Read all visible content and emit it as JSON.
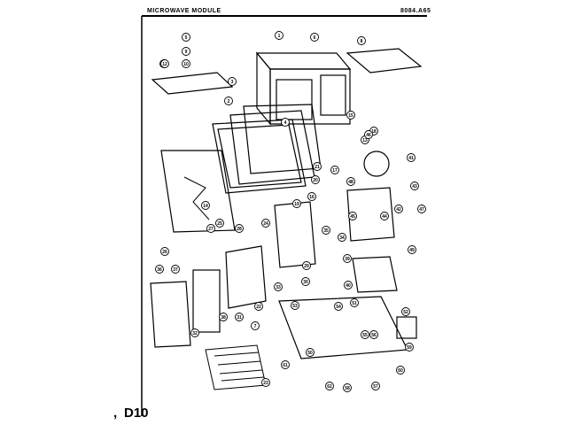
{
  "header": {
    "title": "MICROWAVE MODULE",
    "model": "8084.A65"
  },
  "page_id": "D10",
  "page_id_prefix": ",",
  "callouts": [
    "1",
    "2",
    "3",
    "4",
    "5",
    "6",
    "7",
    "8",
    "9",
    "10",
    "11",
    "12",
    "13",
    "14",
    "15",
    "16",
    "17",
    "18",
    "19",
    "20",
    "21",
    "22",
    "23",
    "24",
    "25",
    "26",
    "27",
    "28",
    "29",
    "30",
    "31",
    "32",
    "33",
    "34",
    "35",
    "36",
    "37",
    "38",
    "39",
    "40",
    "41",
    "42",
    "43",
    "44",
    "45",
    "46",
    "47",
    "48",
    "49",
    "50",
    "51",
    "52",
    "53",
    "54",
    "55",
    "56",
    "57",
    "58",
    "59",
    "60",
    "61",
    "62"
  ]
}
